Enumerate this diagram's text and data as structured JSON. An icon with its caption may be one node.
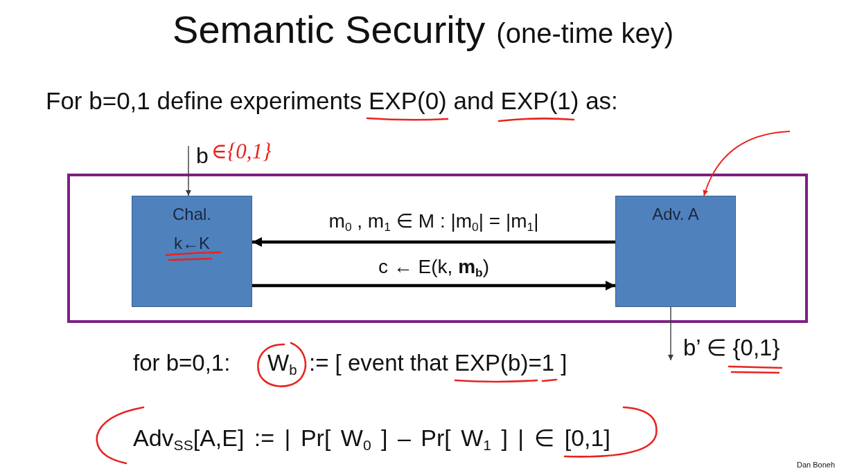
{
  "diagram": {
    "title": "Semantic Security",
    "nodes": [
      {
        "text": [],
        "shape": "box"
      },
      {
        "text": [
          "Chal.",
          "k←K"
        ],
        "in": 0
      },
      {
        "text": [
          "Adv. A"
        ],
        "in": 0
      }
    ],
    "edges": [
      {
        "from": null,
        "to": 1,
        "arrow": "to",
        "label": "b"
      },
      {
        "from": 2,
        "to": 1,
        "arrow": "to",
        "label": "m$_{0}$ , m$_{1}$ ∈ M : |m$_{0}$| = |m$_{1}$|",
        "style": "thick"
      },
      {
        "from": 1,
        "to": 2,
        "arrow": "to",
        "label": "c ← E(k, **m$_{b}$**)",
        "style": "thick"
      },
      {
        "from": 2,
        "to": null,
        "arrow": "to",
        "label": "b’ ∈ {0,1}"
      },
      {
        "from": null,
        "to": 2,
        "arrow": "to",
        "color": "#e8231f"
      }
    ],
    "labels": [
      "(one-time key)",
      "For b=0,1 define experiments EXP(0) and EXP(1) as:",
      "∈{0,1}",
      "for b=0,1:",
      "W$_{b}$",
      ":= [ event that EXP(b)=1 ]",
      "Adv$_{SS}$[A,E] := | Pr[ W$_{0}$ ] – Pr[ W$_{1}$ ] | ∈ [0,1]",
      "Dan Boneh"
    ]
  }
}
